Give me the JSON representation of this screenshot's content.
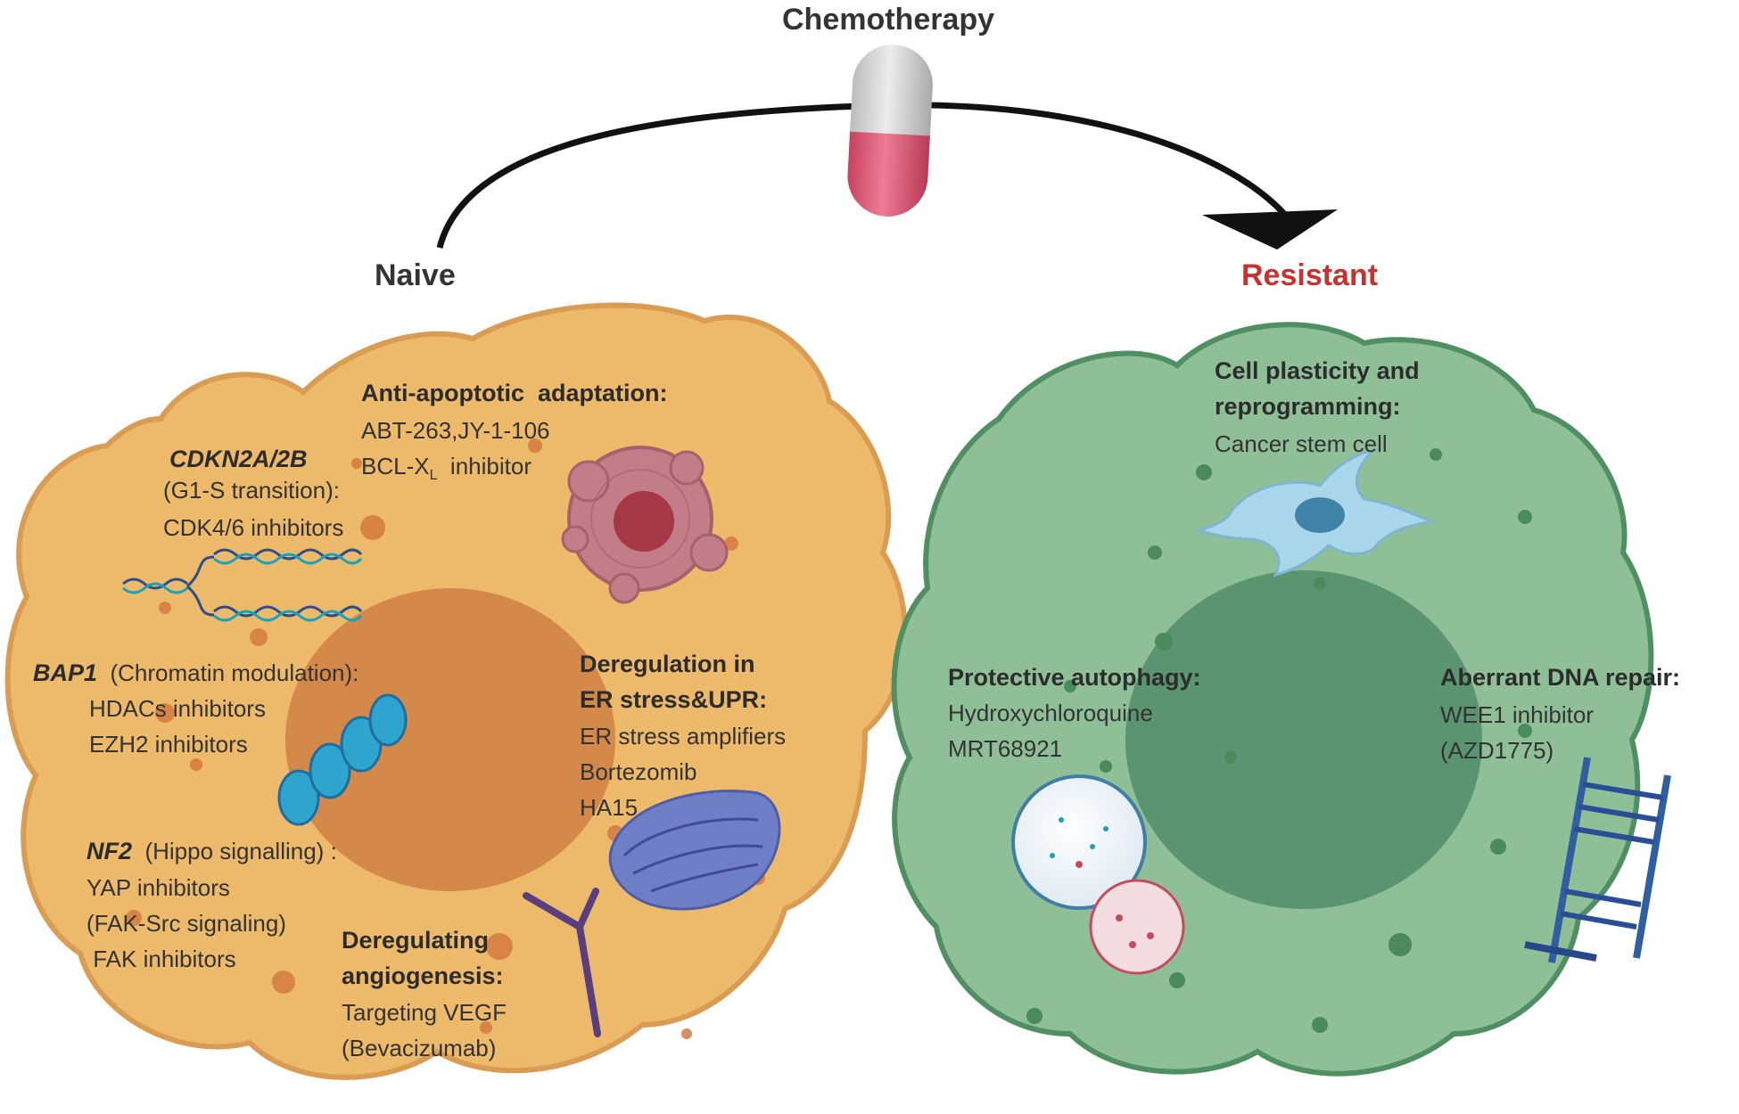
{
  "header": {
    "title": "Chemotherapy"
  },
  "naive": {
    "label": "Naive",
    "cdkn": {
      "gene": "CDKN2A/2B",
      "lines": [
        "(G1-S transition):",
        "CDK4/6 inhibitors"
      ]
    },
    "apoptosis": {
      "heading": "Anti-apoptotic  adaptation:",
      "line1": "ABT-263,JY-1-106",
      "line2_pre": "BCL-X",
      "line2_sub": "L",
      "line2_post": "  inhibitor"
    },
    "bap1": {
      "gene": "BAP1",
      "desc": "  (Chromatin modulation):",
      "lines": [
        "HDACs inhibitors",
        "EZH2 inhibitors"
      ]
    },
    "er": {
      "heading_lines": [
        "Deregulation in",
        "ER stress&UPR:"
      ],
      "lines": [
        "ER stress amplifiers",
        "Bortezomib",
        "HA15"
      ]
    },
    "nf2": {
      "gene": "NF2",
      "desc": "  (Hippo signalling) :",
      "lines": [
        "YAP inhibitors",
        "(FAK-Src signaling)",
        " FAK inhibitors"
      ]
    },
    "angio": {
      "heading_lines": [
        "Deregulating",
        "angiogenesis:"
      ],
      "lines": [
        "Targeting VEGF",
        "(Bevacizumab)"
      ]
    }
  },
  "resistant": {
    "label": "Resistant",
    "plasticity": {
      "heading_lines": [
        "Cell plasticity and",
        "reprogramming:"
      ],
      "lines": [
        "Cancer stem cell"
      ]
    },
    "autophagy": {
      "heading": "Protective autophagy:",
      "lines": [
        "Hydroxychloroquine",
        "MRT68921"
      ]
    },
    "dna": {
      "heading": "Aberrant DNA repair:",
      "lines": [
        "WEE1 inhibitor",
        "(AZD1775)"
      ]
    }
  },
  "colors": {
    "naive_cell": "#edb96a",
    "naive_cell_edge": "#d4934a",
    "naive_nucleus": "#d4894a",
    "resistant_cell": "#8fbf97",
    "resistant_cell_edge": "#4f8f62",
    "resistant_nucleus": "#5b9470",
    "resistant_label": "#c8312e",
    "pill_top": "#d8d8d8",
    "pill_bottom": "#dc5a78"
  },
  "icons": [
    "pill-icon",
    "dna-strand-icon",
    "apoptotic-cell-icon",
    "nucleosome-icon",
    "endoplasmic-reticulum-icon",
    "receptor-icon",
    "stem-cell-icon",
    "autophagosome-icon",
    "broken-dna-icon"
  ]
}
